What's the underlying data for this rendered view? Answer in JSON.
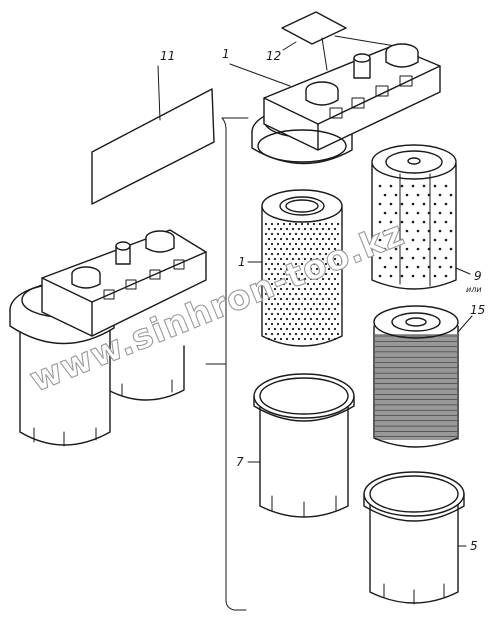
{
  "labels": {
    "cover_plate": "11",
    "housing_top": "1",
    "gasket": "12",
    "filter_element_left": "1",
    "filter_element_right": "9",
    "or_word": "или",
    "or_part": "15",
    "bowl": "7",
    "bowl_right": "5"
  },
  "watermark": "www.sinhron-too.kz",
  "colors": {
    "line": "#1a1a1a",
    "watermark_outline": "#9a9a9a"
  }
}
